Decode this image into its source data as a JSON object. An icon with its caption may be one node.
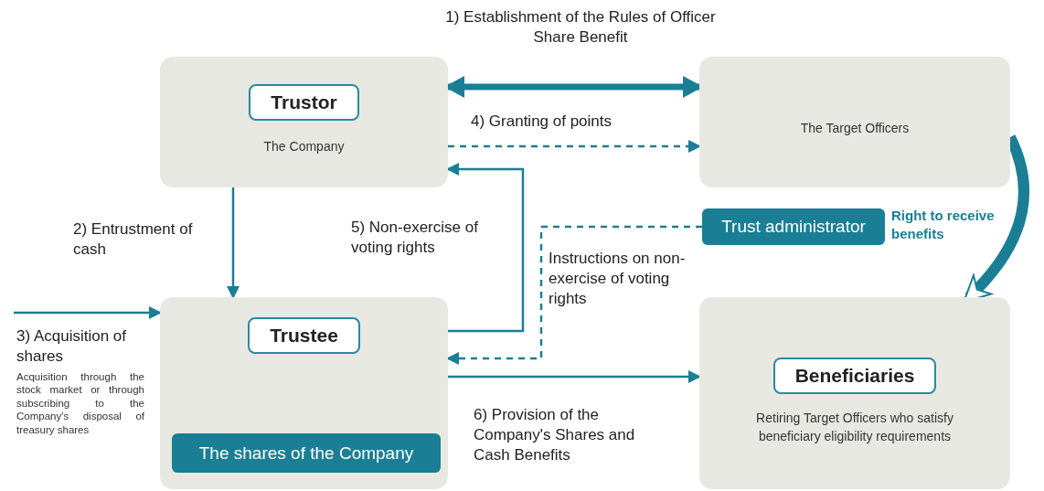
{
  "diagram": {
    "nodes": [
      {
        "text": [
          "Trustor",
          "The Company"
        ]
      },
      {
        "text": [
          "The Target Officers"
        ]
      },
      {
        "text": [
          "Trust administrator"
        ]
      },
      {
        "text": [
          "Trustee"
        ]
      },
      {
        "text": [
          "The shares of the Company"
        ],
        "in": 3
      },
      {
        "text": [
          "Beneficiaries",
          "Retiring Target Officers who satisfy beneficiary eligibility requirements"
        ]
      }
    ],
    "edges": [
      {
        "from": 0,
        "to": 1,
        "arrow": "both",
        "style": "thick",
        "label": "1) Establishment of the Rules of Officer Share Benefit"
      },
      {
        "from": 0,
        "to": 3,
        "arrow": "to",
        "label": "2) Entrustment of cash"
      },
      {
        "from": null,
        "to": 3,
        "arrow": "to",
        "label": "3) Acquisition of shares"
      },
      {
        "from": 0,
        "to": 1,
        "arrow": "to",
        "style": "dashed",
        "label": "4) Granting of points"
      },
      {
        "from": 3,
        "to": 0,
        "arrow": "to",
        "label": "5) Non-exercise of voting rights"
      },
      {
        "from": 2,
        "to": 3,
        "arrow": "to",
        "style": "dashed",
        "label": "Instructions on non-exercise of voting rights"
      },
      {
        "from": 1,
        "to": 5,
        "arrow": "to",
        "style": "thick",
        "label": "Right to receive benefits"
      },
      {
        "from": 3,
        "to": 5,
        "arrow": "to",
        "label": "6) Provision of the Company's Shares and Cash Benefits"
      }
    ],
    "labels": [
      "Acquisition through the stock market or through subscribing to the Company's disposal of treasury shares"
    ]
  }
}
